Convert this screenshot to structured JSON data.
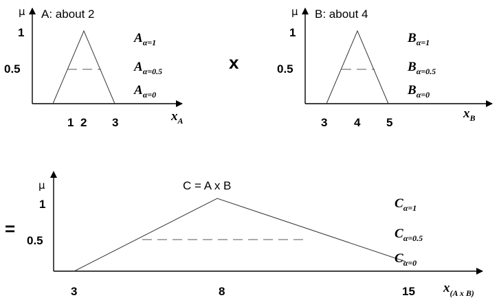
{
  "panel_a": {
    "title": "A: about 2",
    "y_label": "μ",
    "y_ticks": [
      "1",
      "0.5"
    ],
    "x_ticks": [
      "1",
      "2",
      "3"
    ],
    "x_label_base": "x",
    "x_label_sub": "A",
    "cuts": [
      {
        "base": "A",
        "sub": "α=1"
      },
      {
        "base": "A",
        "sub": "α=0.5"
      },
      {
        "base": "A",
        "sub": "α=0"
      }
    ]
  },
  "operator_multiply": "x",
  "panel_b": {
    "title": "B: about 4",
    "y_label": "μ",
    "y_ticks": [
      "1",
      "0.5"
    ],
    "x_ticks": [
      "3",
      "4",
      "5"
    ],
    "x_label_base": "x",
    "x_label_sub": "B",
    "cuts": [
      {
        "base": "B",
        "sub": "α=1"
      },
      {
        "base": "B",
        "sub": "α=0.5"
      },
      {
        "base": "B",
        "sub": "α=0"
      }
    ]
  },
  "operator_equals": "=",
  "panel_c": {
    "title": "C = A x B",
    "y_label": "μ",
    "y_ticks": [
      "1",
      "0.5"
    ],
    "x_ticks": [
      "3",
      "8",
      "15"
    ],
    "x_label_base": "x",
    "x_label_sub": "(A x B)",
    "cuts": [
      {
        "base": "C",
        "sub": "α=1"
      },
      {
        "base": "C",
        "sub": "α=0.5"
      },
      {
        "base": "C",
        "sub": "α=0"
      }
    ]
  }
}
